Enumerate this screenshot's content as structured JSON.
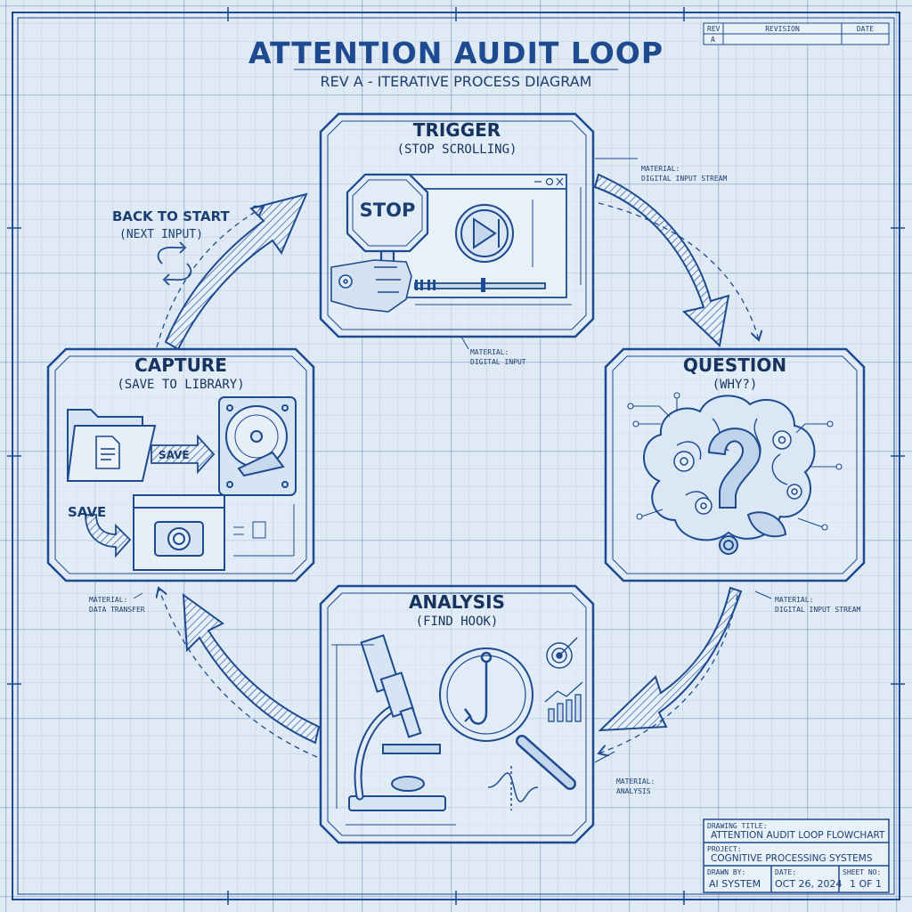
{
  "header": {
    "title": "ATTENTION AUDIT LOOP",
    "subtitle": "REV A - ITERATIVE PROCESS DIAGRAM"
  },
  "revision_table": {
    "col_rev": "REV",
    "col_revision": "REVISION",
    "col_date": "DATE",
    "row_rev": "A"
  },
  "nodes": {
    "trigger": {
      "title": "TRIGGER",
      "subtitle": "(STOP SCROLLING)",
      "sign_text": "STOP"
    },
    "question": {
      "title": "QUESTION",
      "subtitle": "(WHY?)"
    },
    "analysis": {
      "title": "ANALYSIS",
      "subtitle": "(FIND HOOK)"
    },
    "capture": {
      "title": "CAPTURE",
      "subtitle": "(SAVE TO LIBRARY)",
      "save_label_1": "SAVE",
      "save_label_2": "SAVE"
    }
  },
  "back_to_start": {
    "line1": "BACK TO START",
    "line2": "(NEXT INPUT)"
  },
  "annotations": {
    "trigger_right": {
      "line1": "MATERIAL:",
      "line2": "DIGITAL INPUT STREAM"
    },
    "trigger_bottom": {
      "line1": "MATERIAL:",
      "line2": "DIGITAL INPUT"
    },
    "question": {
      "line1": "MATERIAL:",
      "line2": "DIGITAL INPUT STREAM"
    },
    "analysis": {
      "line1": "MATERIAL:",
      "line2": "ANALYSIS"
    },
    "capture": {
      "line1": "MATERIAL:",
      "line2": "DATA TRANSFER"
    }
  },
  "title_block": {
    "drawing_title_label": "DRAWING TITLE:",
    "drawing_title": "ATTENTION AUDIT LOOP FLOWCHART",
    "project_label": "PROJECT:",
    "project": "COGNITIVE PROCESSING SYSTEMS",
    "drawn_by_label": "DRAWN BY:",
    "drawn_by": "AI SYSTEM",
    "date_label": "DATE:",
    "date": "OCT 26, 2024",
    "sheet_label": "SHEET NO:",
    "sheet": "1 OF 1"
  },
  "colors": {
    "ink": "#1e4b8f",
    "paper": "#dfeaf4",
    "grid": "#8fa9c8"
  }
}
